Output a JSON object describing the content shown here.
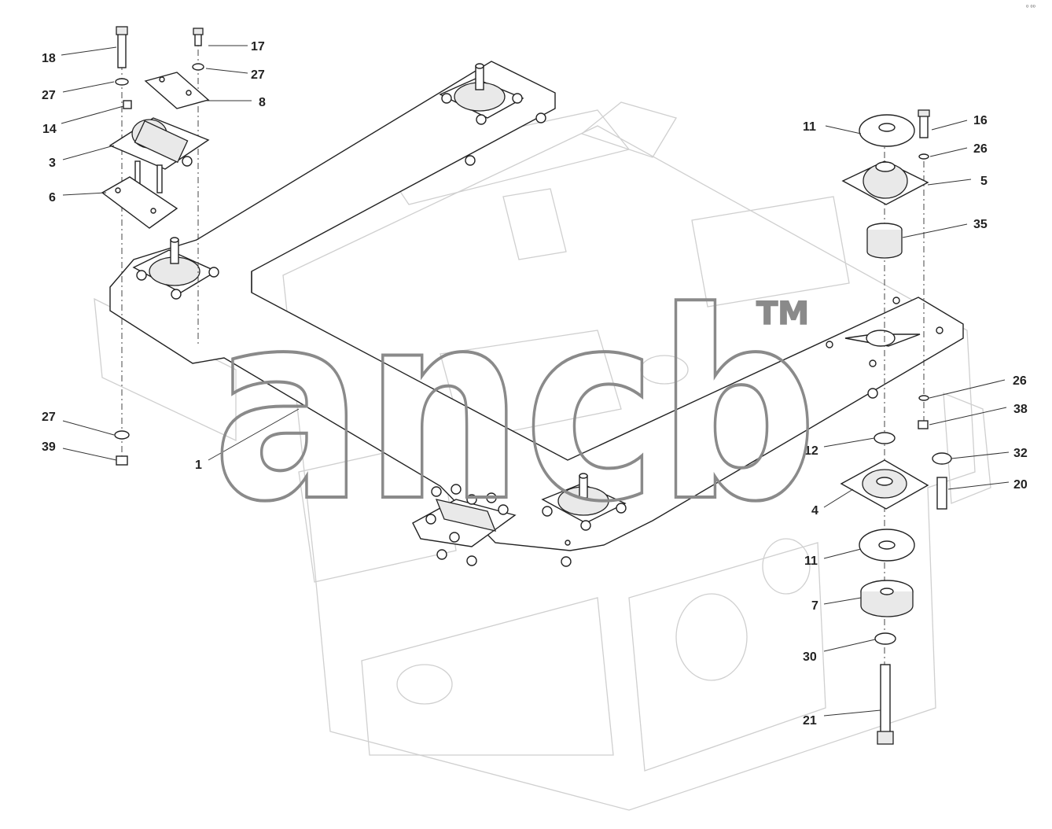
{
  "corner_mark": "⁰ ⁰⁰",
  "watermark": {
    "text": "ancb",
    "tm": "TM"
  },
  "callouts": [
    {
      "id": "18",
      "label": "18"
    },
    {
      "id": "17",
      "label": "17"
    },
    {
      "id": "27a",
      "label": "27"
    },
    {
      "id": "27b",
      "label": "27"
    },
    {
      "id": "8",
      "label": "8"
    },
    {
      "id": "14",
      "label": "14"
    },
    {
      "id": "3",
      "label": "3"
    },
    {
      "id": "6",
      "label": "6"
    },
    {
      "id": "27c",
      "label": "27"
    },
    {
      "id": "39",
      "label": "39"
    },
    {
      "id": "1",
      "label": "1"
    },
    {
      "id": "11a",
      "label": "11"
    },
    {
      "id": "16",
      "label": "16"
    },
    {
      "id": "26a",
      "label": "26"
    },
    {
      "id": "5",
      "label": "5"
    },
    {
      "id": "35",
      "label": "35"
    },
    {
      "id": "26b",
      "label": "26"
    },
    {
      "id": "38",
      "label": "38"
    },
    {
      "id": "12",
      "label": "12"
    },
    {
      "id": "32",
      "label": "32"
    },
    {
      "id": "20",
      "label": "20"
    },
    {
      "id": "4",
      "label": "4"
    },
    {
      "id": "11b",
      "label": "11"
    },
    {
      "id": "7",
      "label": "7"
    },
    {
      "id": "30",
      "label": "30"
    },
    {
      "id": "21",
      "label": "21"
    }
  ]
}
